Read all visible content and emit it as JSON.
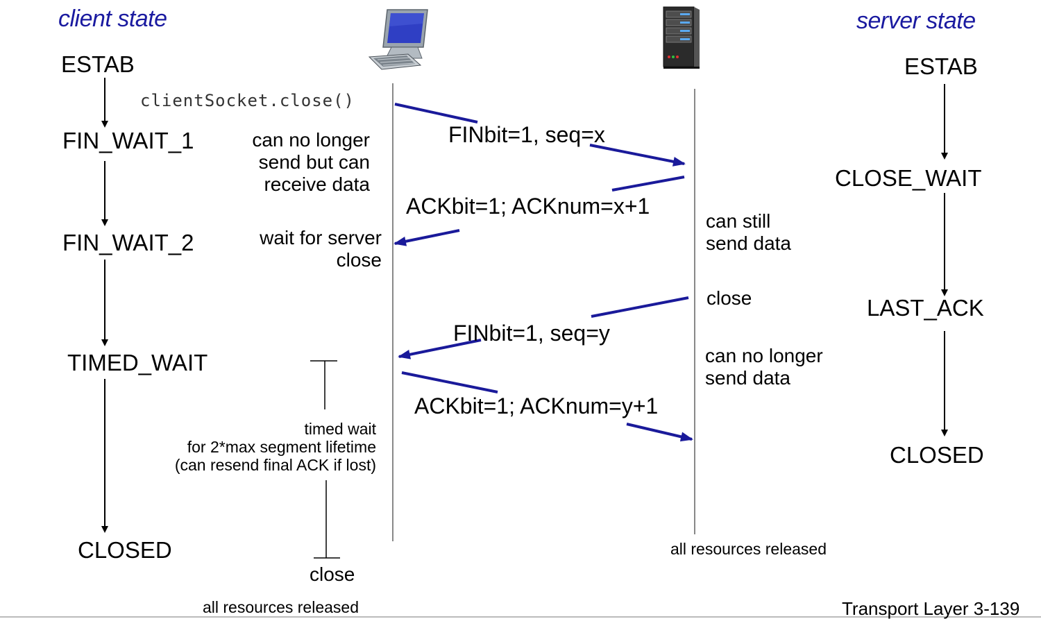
{
  "headers": {
    "client": "client state",
    "server": "server state"
  },
  "client_states": [
    "ESTAB",
    "FIN_WAIT_1",
    "FIN_WAIT_2",
    "TIMED_WAIT",
    "CLOSED"
  ],
  "server_states": [
    "ESTAB",
    "CLOSE_WAIT",
    "LAST_ACK",
    "CLOSED"
  ],
  "client_call": "clientSocket.close()",
  "messages": {
    "fin_client": "FINbit=1, seq=x",
    "ack_server": "ACKbit=1; ACKnum=x+1",
    "fin_server": "FINbit=1, seq=y",
    "ack_client": "ACKbit=1; ACKnum=y+1"
  },
  "client_notes": {
    "no_longer_send": [
      "can no longer",
      "send but can",
      "receive data"
    ],
    "wait_server": [
      "wait for server",
      "close"
    ],
    "timed_wait": [
      "timed wait",
      "for 2*max  segment lifetime",
      "(can resend final ACK if lost)"
    ],
    "close": "close",
    "released": "all resources released"
  },
  "server_notes": {
    "still_send": [
      "can still",
      "send data"
    ],
    "close": "close",
    "no_longer_send": [
      "can no longer",
      "send data"
    ],
    "released": "all resources released"
  },
  "footer": "Transport Layer 3-139",
  "icons": {
    "client": "desktop-computer-icon",
    "server": "server-tower-icon"
  },
  "colors": {
    "header": "#1a1aa0",
    "arrow": "#1a1a9a"
  }
}
